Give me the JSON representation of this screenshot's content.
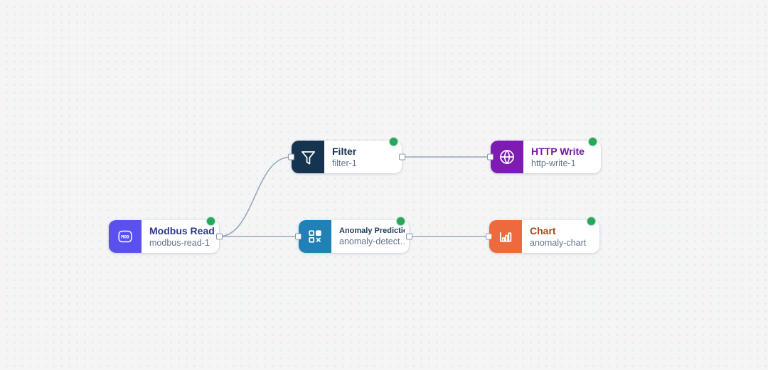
{
  "canvas": {
    "background": "#f5f5f6",
    "dot_color": "#d0eaf0",
    "edge_color": "#9aa7ba",
    "handle_border": "#8b99ab",
    "status_color": "#27a75b"
  },
  "nodes": [
    {
      "id": "modbus-read-1",
      "title": "Modbus Read",
      "subtitle": "modbus-read-1",
      "icon": "modbus-chip-icon",
      "icon_bg": "#5a50f0",
      "icon_label": "MOD",
      "title_color": "#2d3a8c",
      "status_indicator": "green"
    },
    {
      "id": "filter-1",
      "title": "Filter",
      "subtitle": "filter-1",
      "icon": "funnel-icon",
      "icon_bg": "#14344f",
      "title_color": "#16304e",
      "status_indicator": "green"
    },
    {
      "id": "anomaly-detect",
      "title": "Anomaly Prediction",
      "subtitle": "anomaly-detect…",
      "icon": "blocks-x-icon",
      "icon_bg": "#1f81b5",
      "title_color": "#1d3a5c",
      "status_indicator": "green"
    },
    {
      "id": "http-write-1",
      "title": "HTTP Write",
      "subtitle": "http-write-1",
      "icon": "globe-icon",
      "icon_bg": "#7d1bb3",
      "title_color": "#7317a8",
      "status_indicator": "green"
    },
    {
      "id": "anomaly-chart",
      "title": "Chart",
      "subtitle": "anomaly-chart",
      "icon": "bar-chart-icon",
      "icon_bg": "#ee6a3e",
      "title_color": "#a14a1e",
      "status_indicator": "green"
    }
  ],
  "edges": [
    {
      "from": "modbus-read-1",
      "to": "filter-1"
    },
    {
      "from": "modbus-read-1",
      "to": "anomaly-detect"
    },
    {
      "from": "filter-1",
      "to": "http-write-1"
    },
    {
      "from": "anomaly-detect",
      "to": "anomaly-chart"
    }
  ]
}
